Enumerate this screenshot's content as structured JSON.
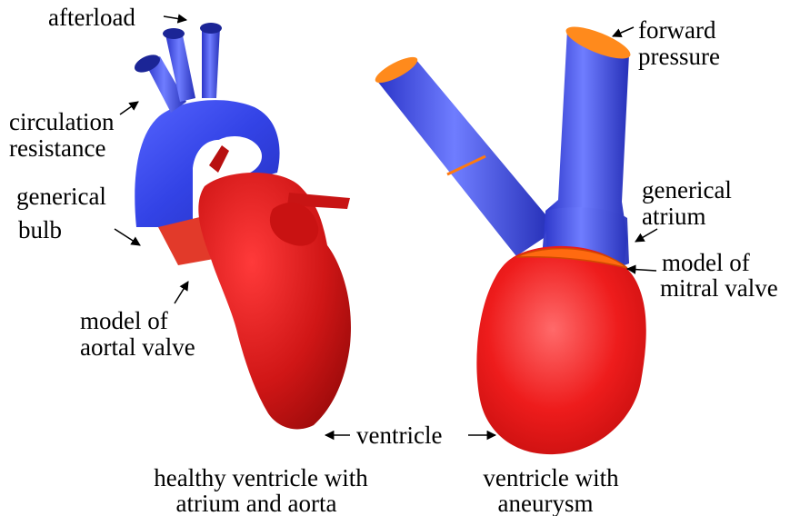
{
  "labels": {
    "afterload": "afterload",
    "circulation_1": "circulation",
    "circulation_2": "resistance",
    "bulb_1": "generical",
    "bulb_2": "bulb",
    "aortic_valve_1": "model of",
    "aortic_valve_2": "aortal valve",
    "ventricle": "ventricle",
    "forward_1": "forward",
    "forward_2": "pressure",
    "atrium_1": "generical",
    "atrium_2": "atrium",
    "mitral_1": "model of",
    "mitral_2": "mitral valve"
  },
  "captions": {
    "left_1": "healthy ventricle with",
    "left_2": "atrium and aorta",
    "right_1": "ventricle with",
    "right_2": "aneurysm"
  },
  "colors": {
    "vessel_blue": "#4455ee",
    "ventricle_red": "#e21818",
    "valve_orange": "#ff8a1c"
  }
}
